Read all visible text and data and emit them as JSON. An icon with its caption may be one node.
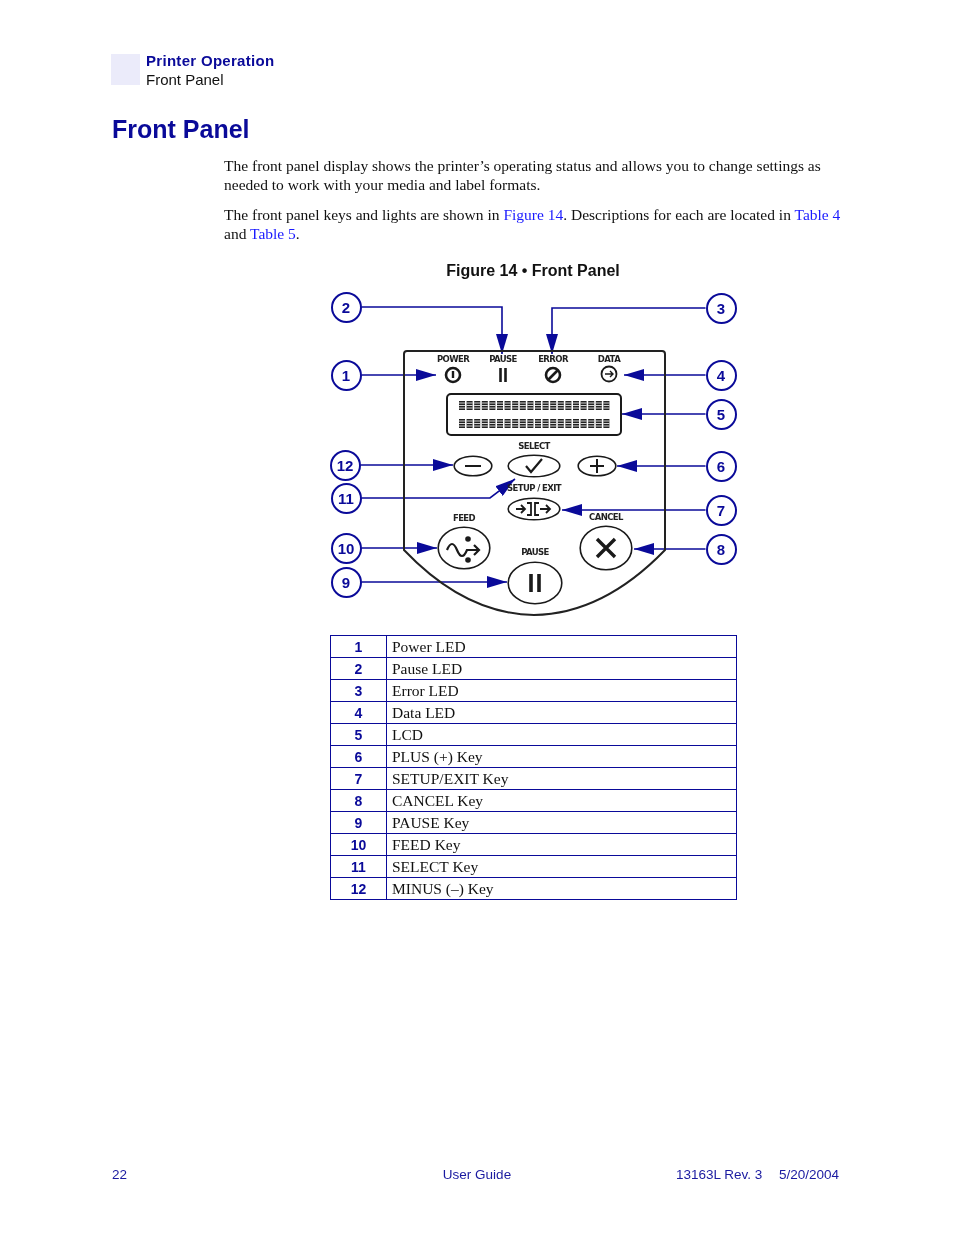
{
  "diagram": {
    "title": "Front Panel",
    "caption": "Figure 14 • Front Panel",
    "nodes": [
      {
        "text": [
          "2"
        ]
      },
      {
        "text": [
          "3"
        ]
      },
      {
        "text": [],
        "shape": "box"
      },
      {
        "text": [
          "POWER"
        ],
        "in": 2
      },
      {
        "text": [
          "PAUSE"
        ],
        "in": 2
      },
      {
        "text": [
          "ERROR"
        ],
        "in": 2
      },
      {
        "text": [
          "DATA"
        ],
        "in": 2
      },
      {
        "text": [],
        "shape": "box",
        "in": 2
      },
      {
        "text": [],
        "shape": "ellipse",
        "in": 2
      },
      {
        "text": [
          "SELECT"
        ],
        "in": 2
      },
      {
        "text": [],
        "shape": "ellipse",
        "in": 2
      },
      {
        "text": [
          "SETUP / EXIT"
        ],
        "in": 2
      },
      {
        "text": [
          "FEED"
        ],
        "in": 2
      },
      {
        "text": [
          "CANCEL"
        ],
        "in": 2
      },
      {
        "text": [
          "PAUSE"
        ],
        "in": 2
      },
      {
        "text": [
          "1"
        ]
      },
      {
        "text": [
          "4"
        ]
      },
      {
        "text": [
          "5"
        ]
      },
      {
        "text": [
          "12"
        ]
      },
      {
        "text": [
          "6"
        ]
      },
      {
        "text": [
          "11"
        ]
      },
      {
        "text": [
          "7"
        ]
      },
      {
        "text": [
          "10"
        ]
      },
      {
        "text": [
          "8"
        ]
      },
      {
        "text": [
          "9"
        ]
      }
    ],
    "edges": [
      {
        "from": 15,
        "to": 3,
        "arrow": "to"
      },
      {
        "from": 0,
        "to": 4,
        "arrow": "to"
      },
      {
        "from": 1,
        "to": 5,
        "arrow": "to"
      },
      {
        "from": 16,
        "to": 6,
        "arrow": "to"
      },
      {
        "from": 17,
        "to": 7,
        "arrow": "to"
      },
      {
        "from": 18,
        "to": 8,
        "arrow": "to"
      },
      {
        "from": 19,
        "to": 10,
        "arrow": "to"
      },
      {
        "from": 20,
        "to": 9,
        "arrow": "to"
      },
      {
        "from": 21,
        "to": 11,
        "arrow": "to"
      },
      {
        "from": 22,
        "to": 12,
        "arrow": "to"
      },
      {
        "from": 23,
        "to": 13,
        "arrow": "to"
      },
      {
        "from": 24,
        "to": 14,
        "arrow": "to"
      }
    ],
    "labels": [
      "Printer Operation",
      "Front Panel",
      "The front panel display shows the printer’s operating status and allows you to change settings as needed to work with your media and label formats.",
      "The front panel keys and lights are shown in",
      "Figure 14",
      ". Descriptions for each are located in",
      "Table 4",
      "and",
      "Table 5",
      ".",
      "1",
      "Power LED",
      "2",
      "Pause LED",
      "3",
      "Error LED",
      "4",
      "Data LED",
      "5",
      "LCD",
      "6",
      "PLUS (+) Key",
      "7",
      "SETUP/EXIT Key",
      "8",
      "CANCEL Key",
      "9",
      "PAUSE Key",
      "10",
      "FEED Key",
      "11",
      "SELECT Key",
      "12",
      "MINUS (–) Key",
      "22",
      "User Guide",
      "13163L Rev. 3",
      "5/20/2004"
    ]
  }
}
